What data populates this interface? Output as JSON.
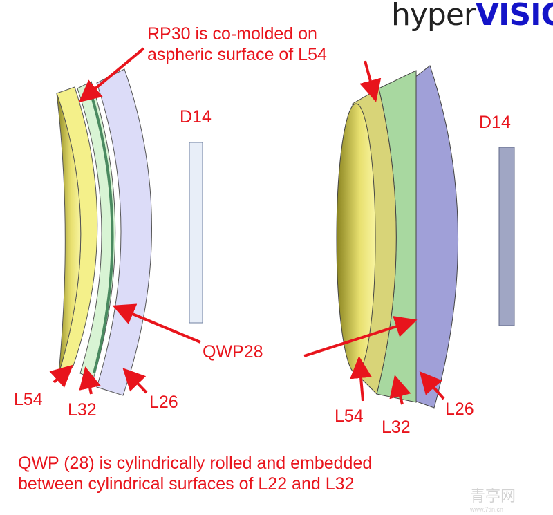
{
  "logo": {
    "part1": "hyper",
    "part2": "VISION"
  },
  "labels": {
    "rp30_note": "RP30 is co-molded on\naspheric surface of L54",
    "d14_left": "D14",
    "d14_right": "D14",
    "qwp28": "QWP28",
    "l54_left": "L54",
    "l32_left": "L32",
    "l26_left": "L26",
    "l54_right": "L54",
    "l32_right": "L32",
    "l26_right": "L26",
    "bottom_note": "QWP (28) is cylindrically rolled and embedded\nbetween cylindrical surfaces of L22 and L32"
  },
  "watermark": {
    "name": "青亭网",
    "url": "www.7tin.cn"
  },
  "colors": {
    "annotation": "#e8141c",
    "yellow": "#f4f08a",
    "green": "#a8d8a0",
    "purple": "#a0a0d8",
    "lightpurple": "#dcdcf8"
  }
}
